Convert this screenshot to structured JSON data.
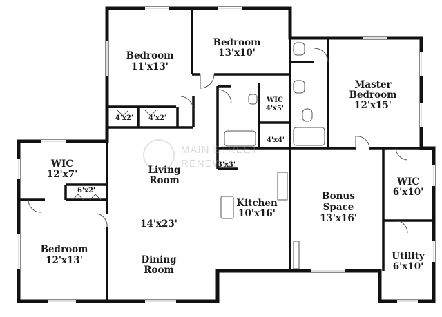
{
  "watermark": {
    "line1": "MAIN STREET",
    "line2": "RENEWAL"
  },
  "rooms": {
    "bedroom_top_left": {
      "name": "Bedroom",
      "dim": "11'x13'"
    },
    "bedroom_top_mid": {
      "name": "Bedroom",
      "dim": "13'x10'"
    },
    "wic_top": {
      "name": "WIC",
      "dim": "4'x5'"
    },
    "master": {
      "name_line1": "Master",
      "name_line2": "Bedroom",
      "dim": "12'x15'"
    },
    "closet_a": {
      "dim": "4'x2'"
    },
    "closet_b": {
      "dim": "4'x2'"
    },
    "hall_closet": {
      "dim": "4'x4'"
    },
    "pantry": {
      "dim": "3'x3'"
    },
    "wic_left": {
      "name": "WIC",
      "dim": "12'x7'"
    },
    "closet_c": {
      "dim": "6'x2'"
    },
    "living": {
      "name_line1": "Living",
      "name_line2": "Room"
    },
    "great_room_dim": "14'x23'",
    "dining": {
      "name_line1": "Dining",
      "name_line2": "Room"
    },
    "kitchen": {
      "name": "Kitchen",
      "dim": "10'x16'"
    },
    "bonus": {
      "name_line1": "Bonus",
      "name_line2": "Space",
      "dim": "13'x16'"
    },
    "wic_right": {
      "name": "WIC",
      "dim": "6'x10'"
    },
    "utility": {
      "name": "Utility",
      "dim": "6'x10'"
    },
    "bedroom_bottom_left": {
      "name": "Bedroom",
      "dim": "12'x13'"
    }
  },
  "colors": {
    "wall": "#111111",
    "window": "#bfbfbf",
    "fixture": "#555555"
  }
}
